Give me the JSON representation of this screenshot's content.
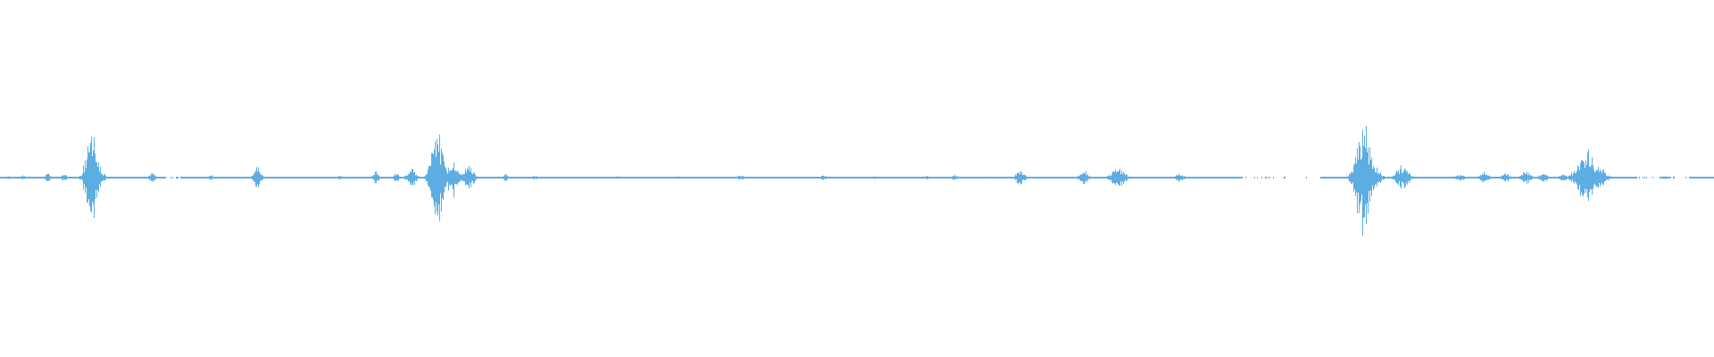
{
  "waveform": {
    "color": "#5dade2",
    "background": "#ffffff",
    "amplitude_range": [
      -1,
      1
    ],
    "duration_fraction_range": [
      0,
      1
    ],
    "baseline_amplitude": 0.004,
    "events": [
      {
        "t": 0.008,
        "amp": 0.03,
        "width": 0.002
      },
      {
        "t": 0.022,
        "amp": 0.05,
        "width": 0.003
      },
      {
        "t": 0.046,
        "amp": 0.1,
        "width": 0.003
      },
      {
        "t": 0.062,
        "amp": 0.06,
        "width": 0.003
      },
      {
        "t": 0.088,
        "amp": 0.85,
        "width": 0.006
      },
      {
        "t": 0.094,
        "amp": 0.3,
        "width": 0.006
      },
      {
        "t": 0.148,
        "amp": 0.12,
        "width": 0.003
      },
      {
        "t": 0.205,
        "amp": 0.04,
        "width": 0.003
      },
      {
        "t": 0.25,
        "amp": 0.18,
        "width": 0.004
      },
      {
        "t": 0.33,
        "amp": 0.03,
        "width": 0.003
      },
      {
        "t": 0.365,
        "amp": 0.12,
        "width": 0.003
      },
      {
        "t": 0.385,
        "amp": 0.08,
        "width": 0.003
      },
      {
        "t": 0.4,
        "amp": 0.16,
        "width": 0.005
      },
      {
        "t": 0.425,
        "amp": 0.75,
        "width": 0.007
      },
      {
        "t": 0.44,
        "amp": 0.3,
        "width": 0.006
      },
      {
        "t": 0.455,
        "amp": 0.22,
        "width": 0.006
      },
      {
        "t": 0.492,
        "amp": 0.06,
        "width": 0.003
      },
      {
        "t": 0.52,
        "amp": 0.03,
        "width": 0.004
      },
      {
        "t": 0.6,
        "amp": 0.02,
        "width": 0.004
      },
      {
        "t": 0.66,
        "amp": 0.03,
        "width": 0.004
      },
      {
        "t": 0.72,
        "amp": 0.04,
        "width": 0.004
      },
      {
        "t": 0.8,
        "amp": 0.04,
        "width": 0.004
      },
      {
        "t": 0.85,
        "amp": 0.03,
        "width": 0.003
      },
      {
        "t": 0.9,
        "amp": 0.04,
        "width": 0.003
      },
      {
        "t": 0.928,
        "amp": 0.05,
        "width": 0.003
      },
      {
        "t": 0.955,
        "amp": 0.02,
        "width": 0.004
      },
      {
        "t": 0.1,
        "amp": 0.02,
        "width": 0.004
      }
    ],
    "events_right": [
      {
        "t": 0.595,
        "amp": 0.12,
        "width": 0.003
      },
      {
        "t": 0.632,
        "amp": 0.12,
        "width": 0.003
      },
      {
        "t": 0.652,
        "amp": 0.16,
        "width": 0.005
      },
      {
        "t": 0.688,
        "amp": 0.08,
        "width": 0.003
      },
      {
        "t": 0.795,
        "amp": 0.9,
        "width": 0.005
      },
      {
        "t": 0.8,
        "amp": 0.25,
        "width": 0.005
      },
      {
        "t": 0.818,
        "amp": 0.22,
        "width": 0.004
      },
      {
        "t": 0.852,
        "amp": 0.06,
        "width": 0.003
      },
      {
        "t": 0.866,
        "amp": 0.1,
        "width": 0.003
      },
      {
        "t": 0.878,
        "amp": 0.08,
        "width": 0.003
      },
      {
        "t": 0.89,
        "amp": 0.12,
        "width": 0.003
      },
      {
        "t": 0.9,
        "amp": 0.08,
        "width": 0.003
      },
      {
        "t": 0.912,
        "amp": 0.06,
        "width": 0.003
      },
      {
        "t": 0.925,
        "amp": 0.5,
        "width": 0.006
      },
      {
        "t": 0.932,
        "amp": 0.2,
        "width": 0.005
      },
      {
        "t": 0.97,
        "amp": 0.03,
        "width": 0.003
      }
    ],
    "gaps": [
      {
        "start": 0.083,
        "end": 0.086
      },
      {
        "start": 0.09,
        "end": 0.1
      },
      {
        "start": 0.16,
        "end": 0.175
      },
      {
        "start": 0.725,
        "end": 0.77
      },
      {
        "start": 0.955,
        "end": 0.968
      },
      {
        "start": 0.975,
        "end": 0.985
      }
    ]
  }
}
